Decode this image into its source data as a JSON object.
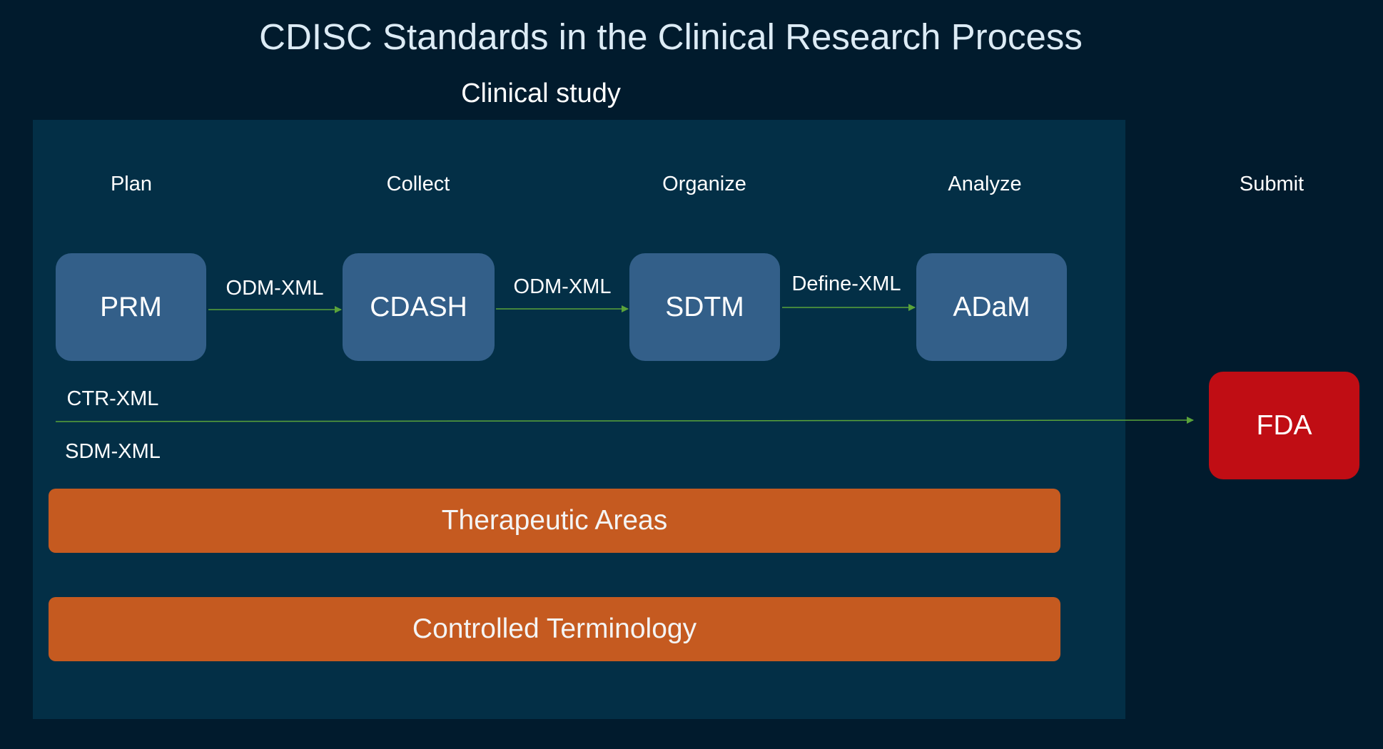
{
  "title": "CDISC Standards in the Clinical Research Process",
  "study_label": "Clinical study",
  "phases": [
    "Plan",
    "Collect",
    "Organize",
    "Analyze",
    "Submit"
  ],
  "standards": [
    "PRM",
    "CDASH",
    "SDTM",
    "ADaM"
  ],
  "flow_formats": [
    "ODM-XML",
    "ODM-XML",
    "Define-XML"
  ],
  "submission_formats": [
    "CTR-XML",
    "SDM-XML"
  ],
  "bars": [
    "Therapeutic Areas",
    "Controlled Terminology"
  ],
  "destination": "FDA",
  "colors": {
    "background": "#011b2d",
    "study_panel": "#032f46",
    "standard_box": "#335f89",
    "bar": "#c55a20",
    "destination": "#c00d14",
    "arrow": "#5aa33a"
  }
}
